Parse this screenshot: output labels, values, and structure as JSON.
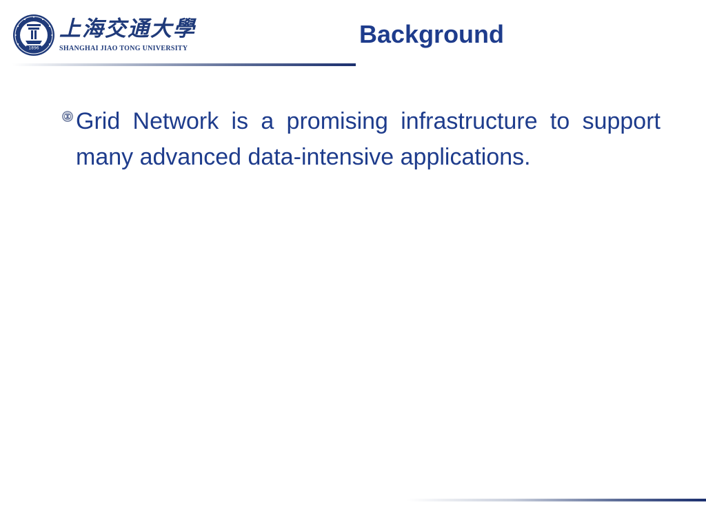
{
  "header": {
    "logo": {
      "chinese_name": "上海交通大學",
      "english_name": "SHANGHAI JIAO TONG UNIVERSITY",
      "seal_year": "1896"
    },
    "title": "Background"
  },
  "content": {
    "bullets": [
      {
        "icon": "globe-bullet-icon",
        "text": "Grid Network is a promising infrastructure to support many advanced data-intensive applications."
      }
    ]
  },
  "colors": {
    "primary_blue": "#1e3c8c",
    "dark_navy": "#1b2f6e",
    "background": "#ffffff"
  }
}
